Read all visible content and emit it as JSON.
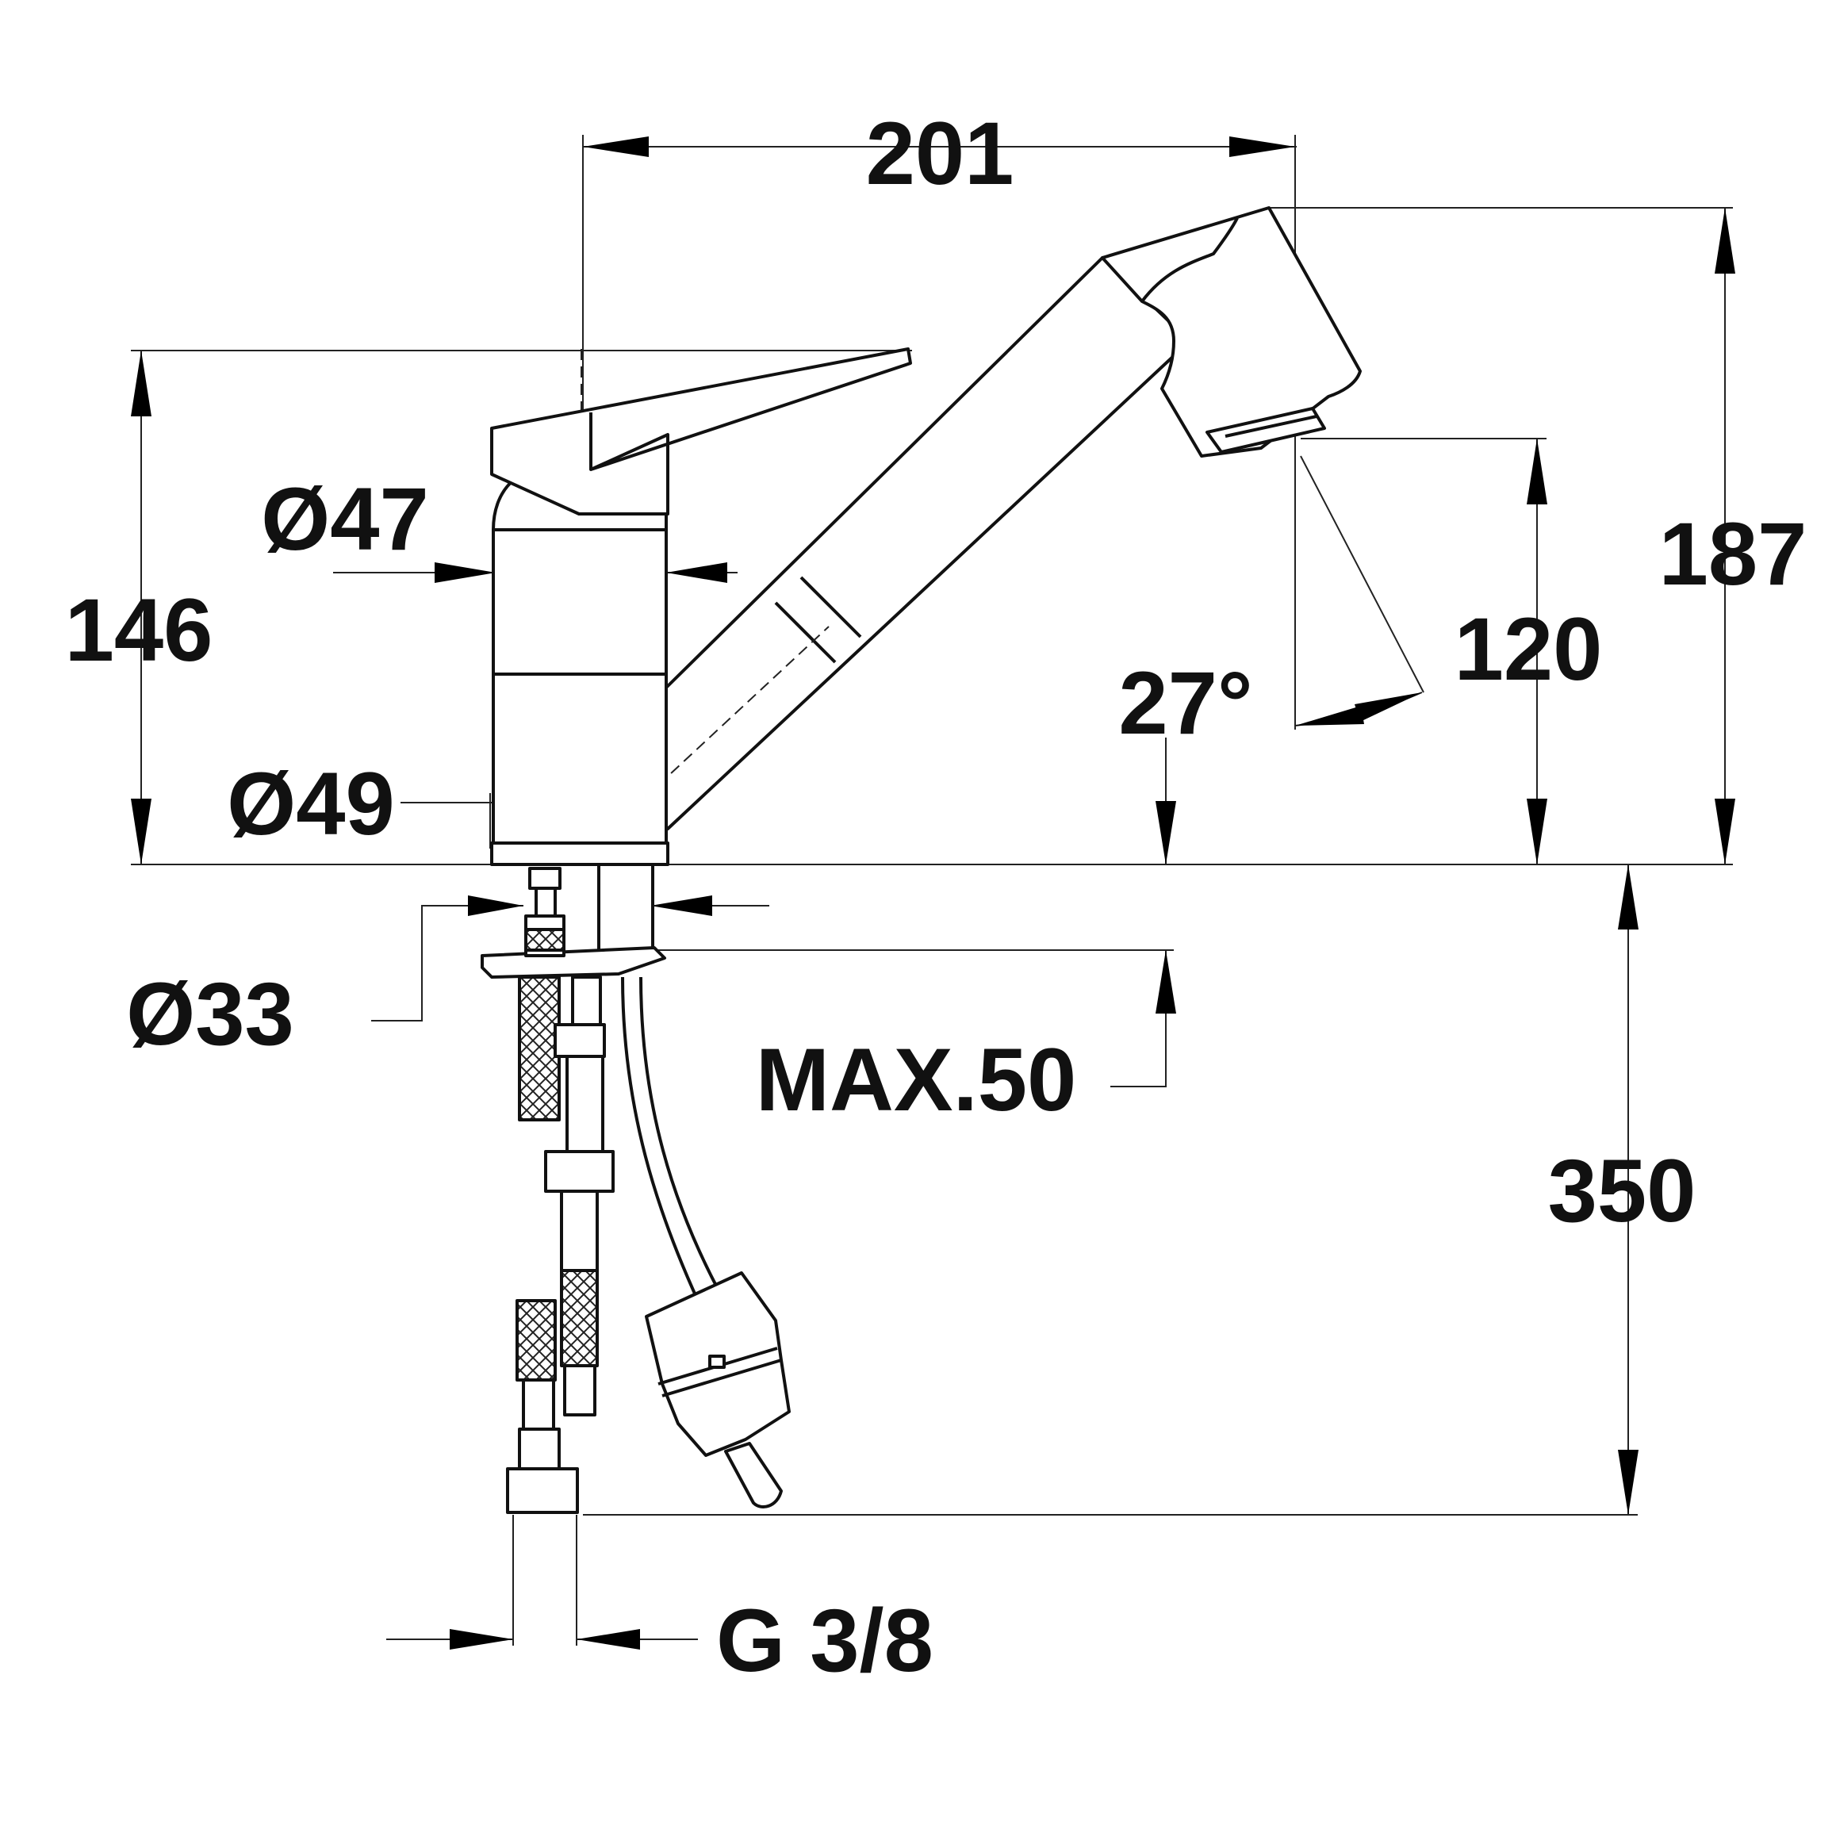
{
  "drawing": {
    "dimensions": {
      "overall_width": "201",
      "overall_height": "187",
      "body_height": "146",
      "spout_height": "120",
      "spray_angle": "27°",
      "handle_diameter": "Ø47",
      "base_diameter": "Ø49",
      "shank_diameter": "Ø33",
      "max_worktop": "MAX.50",
      "hose_length": "350",
      "thread_size": "G 3/8"
    }
  }
}
